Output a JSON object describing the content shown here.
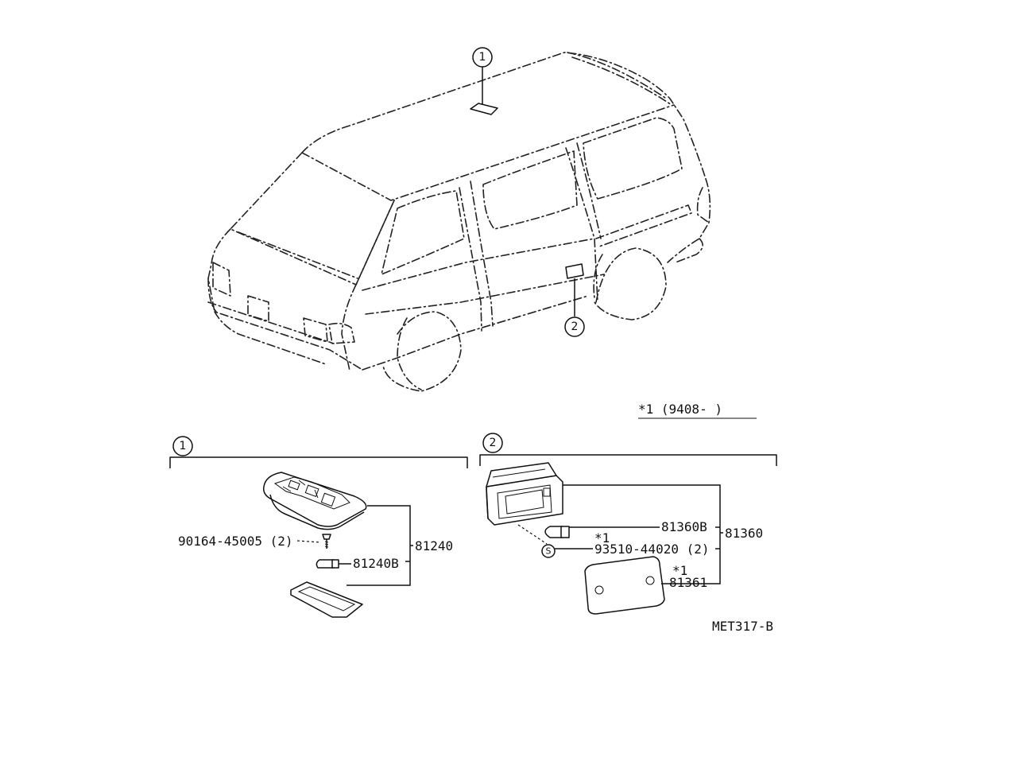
{
  "callouts": {
    "one": "1",
    "two": "2"
  },
  "note": "*1  (9408-      )",
  "group1": {
    "parts": {
      "assembly": "81240",
      "bulb": "81240B",
      "screw": "90164-45005 (2)"
    }
  },
  "group2": {
    "parts": {
      "assembly": "81360",
      "bulb_note": "*1",
      "bulb": "81360B",
      "screw": "93510-44020 (2)",
      "lens_note": "*1",
      "lens": "81361",
      "s_mark": "S"
    }
  },
  "figure_code": "MET317-B"
}
